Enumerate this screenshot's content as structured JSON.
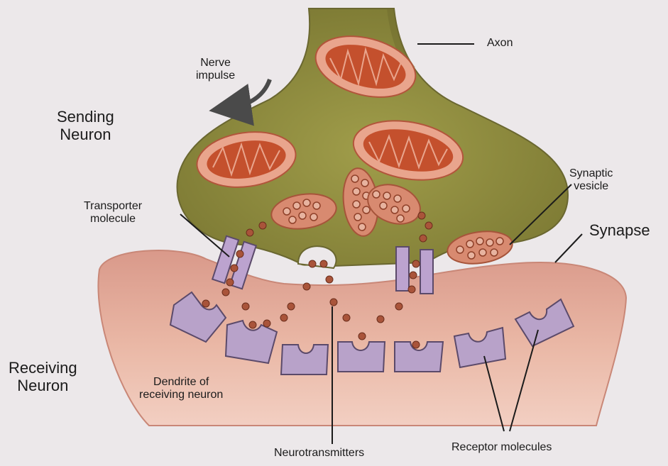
{
  "labels": {
    "axon": "Axon",
    "nerve_impulse_line1": "Nerve",
    "nerve_impulse_line2": "impulse",
    "sending_neuron_line1": "Sending",
    "sending_neuron_line2": "Neuron",
    "synaptic_vesicle_line1": "Synaptic",
    "synaptic_vesicle_line2": "vesicle",
    "synapse": "Synapse",
    "transporter_molecule_line1": "Transporter",
    "transporter_molecule_line2": "molecule",
    "receiving_neuron_line1": "Receiving",
    "receiving_neuron_line2": "Neuron",
    "dendrite_line1": "Dendrite of",
    "dendrite_line2": "receiving neuron",
    "neurotransmitters": "Neurotransmitters",
    "receptor_molecules": "Receptor molecules"
  },
  "colors": {
    "background": "#ece8ea",
    "sending_neuron": "#8b8a3c",
    "receiving_neuron": "#e8b3a2",
    "mitochondria_outer": "#e9a58d",
    "mitochondria_inner": "#c4502d",
    "vesicle_fill": "#d88a70",
    "neurotransmitter": "#a9543a",
    "receptor": "#b8a2c9",
    "transporter": "#bca3cf",
    "arrow": "#4a4a4a"
  }
}
